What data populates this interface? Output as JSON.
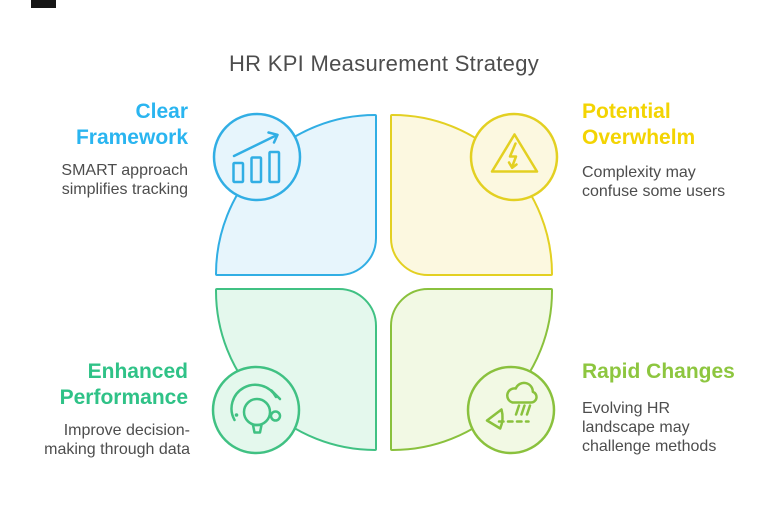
{
  "title": "HR KPI Measurement Strategy",
  "text_color": "#4d4d4d",
  "quadrants": [
    {
      "id": "clear-framework",
      "heading": "Clear\nFramework",
      "body": "SMART approach\nsimplifies tracking",
      "icon": "trend-chart-icon",
      "heading_color": "#2ab5f0",
      "stroke": "#31aee4",
      "fill": "#e7f5fc"
    },
    {
      "id": "potential-overwhelm",
      "heading": "Potential\nOverwhelm",
      "body": "Complexity may\nconfuse some users",
      "icon": "high-voltage-warning-icon",
      "heading_color": "#f3d402",
      "stroke": "#e3d022",
      "fill": "#fcf8e0"
    },
    {
      "id": "enhanced-performance",
      "heading": "Enhanced\nPerformance",
      "body": "Improve decision-\nmaking through data",
      "icon": "idea-gauge-icon",
      "heading_color": "#2fc287",
      "stroke": "#40c183",
      "fill": "#e4f8ed"
    },
    {
      "id": "rapid-changes",
      "heading": "Rapid Changes",
      "body": "Evolving HR\nlandscape may\nchallenge methods",
      "icon": "rain-cloud-wind-icon",
      "heading_color": "#8dc63f",
      "stroke": "#8ac13d",
      "fill": "#f2f9e4"
    }
  ]
}
